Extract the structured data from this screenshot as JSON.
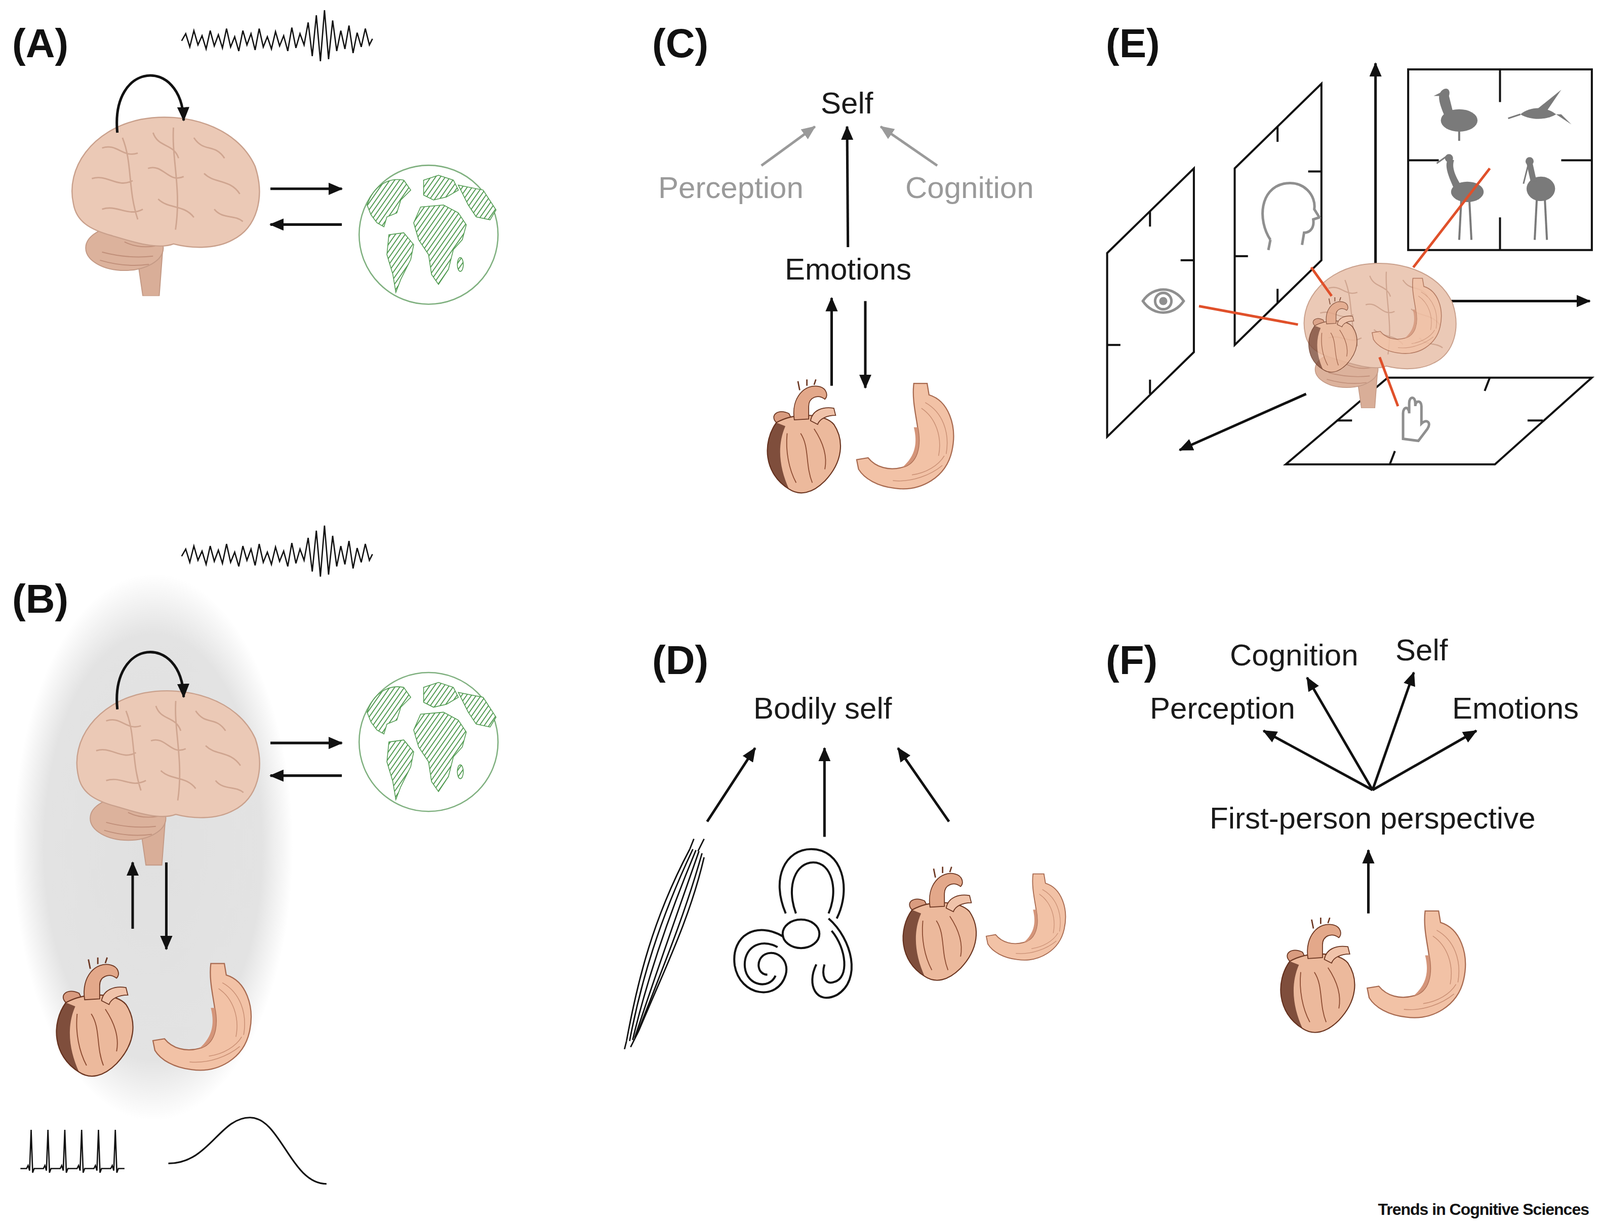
{
  "diagram": {
    "nodes": [
      {
        "text": [
          "Self"
        ]
      },
      {
        "text": [
          "Perception"
        ]
      },
      {
        "text": [
          "Cognition"
        ]
      },
      {
        "text": [
          "Emotions"
        ]
      },
      {
        "text": [
          "Bodily self"
        ]
      },
      {
        "text": [
          "Perception"
        ]
      },
      {
        "text": [
          "Cognition"
        ]
      },
      {
        "text": [
          "Self"
        ]
      },
      {
        "text": [
          "Emotions"
        ]
      },
      {
        "text": [
          "First-person perspective"
        ]
      }
    ],
    "edges": [
      {
        "from": 1,
        "to": 0,
        "arrow": "to"
      },
      {
        "from": 2,
        "to": 0,
        "arrow": "to"
      },
      {
        "from": 3,
        "to": 0,
        "arrow": "to"
      },
      {
        "from": 9,
        "to": 5,
        "arrow": "to"
      },
      {
        "from": 9,
        "to": 6,
        "arrow": "to"
      },
      {
        "from": 9,
        "to": 7,
        "arrow": "to"
      },
      {
        "from": 9,
        "to": 8,
        "arrow": "to"
      }
    ],
    "labels": [
      "(A)",
      "(B)",
      "(C)",
      "(D)",
      "(E)",
      "(F)",
      "Trends in Cognitive Sciences"
    ]
  }
}
